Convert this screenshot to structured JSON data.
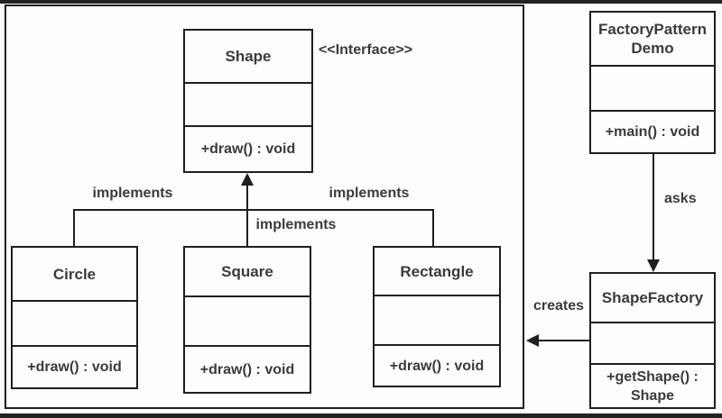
{
  "page": {
    "background": "#fdfdfd",
    "line_color": "#1f1f1f",
    "text_color": "#3b3b3b"
  },
  "uml": {
    "stereotype": "<<Interface>>",
    "shape": {
      "name": "Shape",
      "method": "+draw() : void"
    },
    "circle": {
      "name": "Circle",
      "method": "+draw() : void"
    },
    "square": {
      "name": "Square",
      "method": "+draw() : void"
    },
    "rectangle": {
      "name": "Rectangle",
      "method": "+draw() : void"
    },
    "factory_demo": {
      "name_line1": "FactoryPattern",
      "name_line2": "Demo",
      "method": "+main() : void"
    },
    "shape_factory": {
      "name": "ShapeFactory",
      "method_line1": "+getShape() :",
      "method_line2": "Shape"
    },
    "labels": {
      "implements_left": "implements",
      "implements_center": "implements",
      "implements_right": "implements",
      "asks": "asks",
      "creates": "creates"
    }
  }
}
